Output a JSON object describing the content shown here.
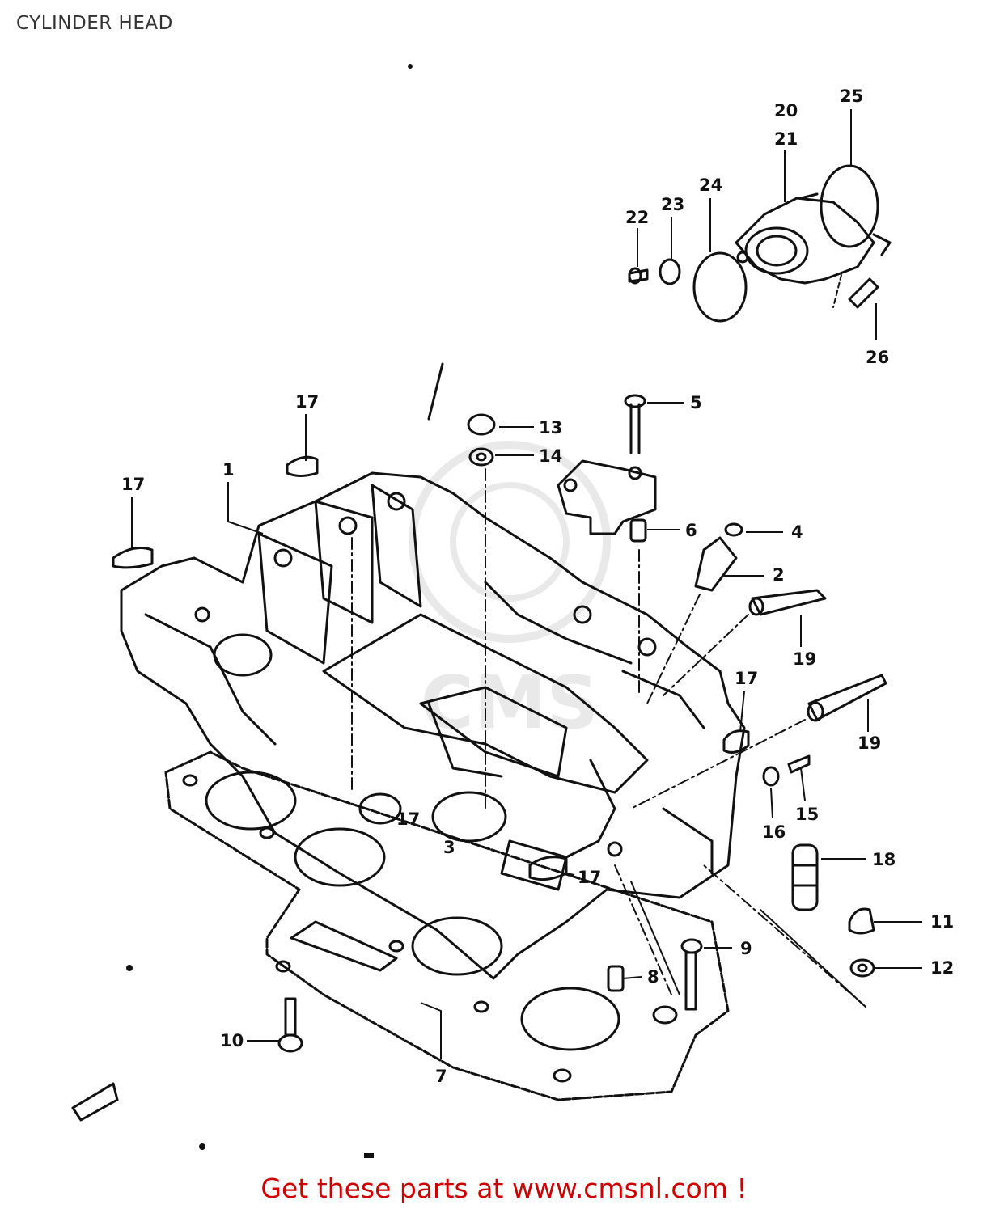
{
  "title": "CYLINDER HEAD",
  "footer": {
    "text": "Get these parts at www.cmsnl.com !",
    "color": "#cc0000"
  },
  "callouts": [
    "1",
    "2",
    "3",
    "4",
    "5",
    "6",
    "7",
    "8",
    "9",
    "10",
    "11",
    "12",
    "13",
    "14",
    "15",
    "16",
    "17",
    "17",
    "17",
    "17",
    "17",
    "18",
    "19",
    "19",
    "20",
    "21",
    "22",
    "23",
    "24",
    "25",
    "26"
  ],
  "colors": {
    "line": "#111111",
    "watermark": "#888888"
  }
}
